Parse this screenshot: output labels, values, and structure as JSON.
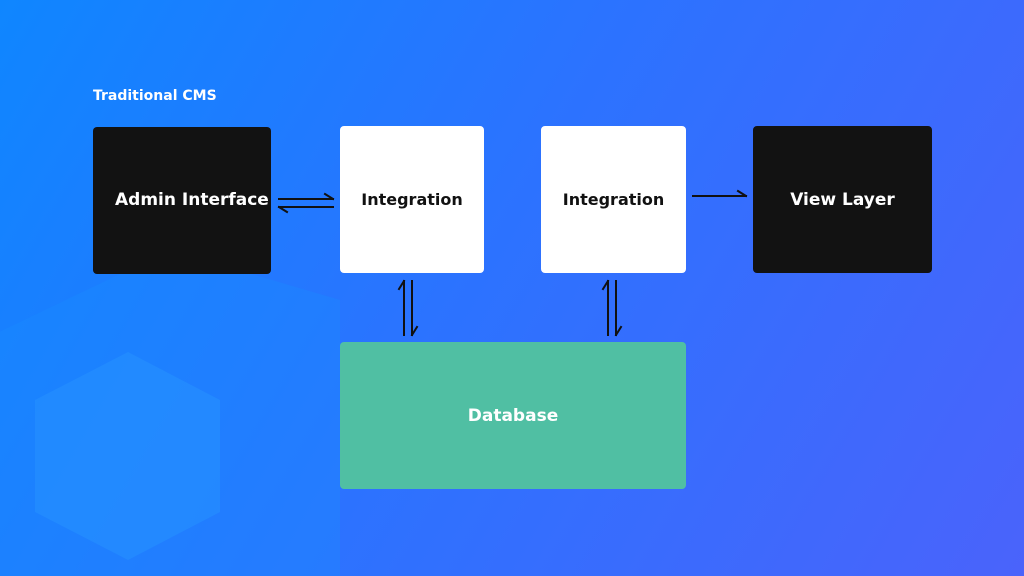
{
  "diagram": {
    "label": "Traditional CMS",
    "nodes": {
      "admin": {
        "text": "Admin Interface"
      },
      "integration1": {
        "text": "Integration"
      },
      "integration2": {
        "text": "Integration"
      },
      "view": {
        "text": "View Layer"
      },
      "database": {
        "text": "Database"
      }
    },
    "edges": [
      {
        "from": "admin",
        "to": "integration1",
        "direction": "bidirectional"
      },
      {
        "from": "integration1",
        "to": "database",
        "direction": "bidirectional"
      },
      {
        "from": "integration2",
        "to": "database",
        "direction": "bidirectional"
      },
      {
        "from": "integration2",
        "to": "view",
        "direction": "forward"
      }
    ]
  },
  "colors": {
    "background_start": "#0f86ff",
    "background_end": "#4a63fb",
    "dark_box": "#121212",
    "light_box": "#ffffff",
    "database_box": "#50bfa3",
    "arrow": "#111111"
  }
}
